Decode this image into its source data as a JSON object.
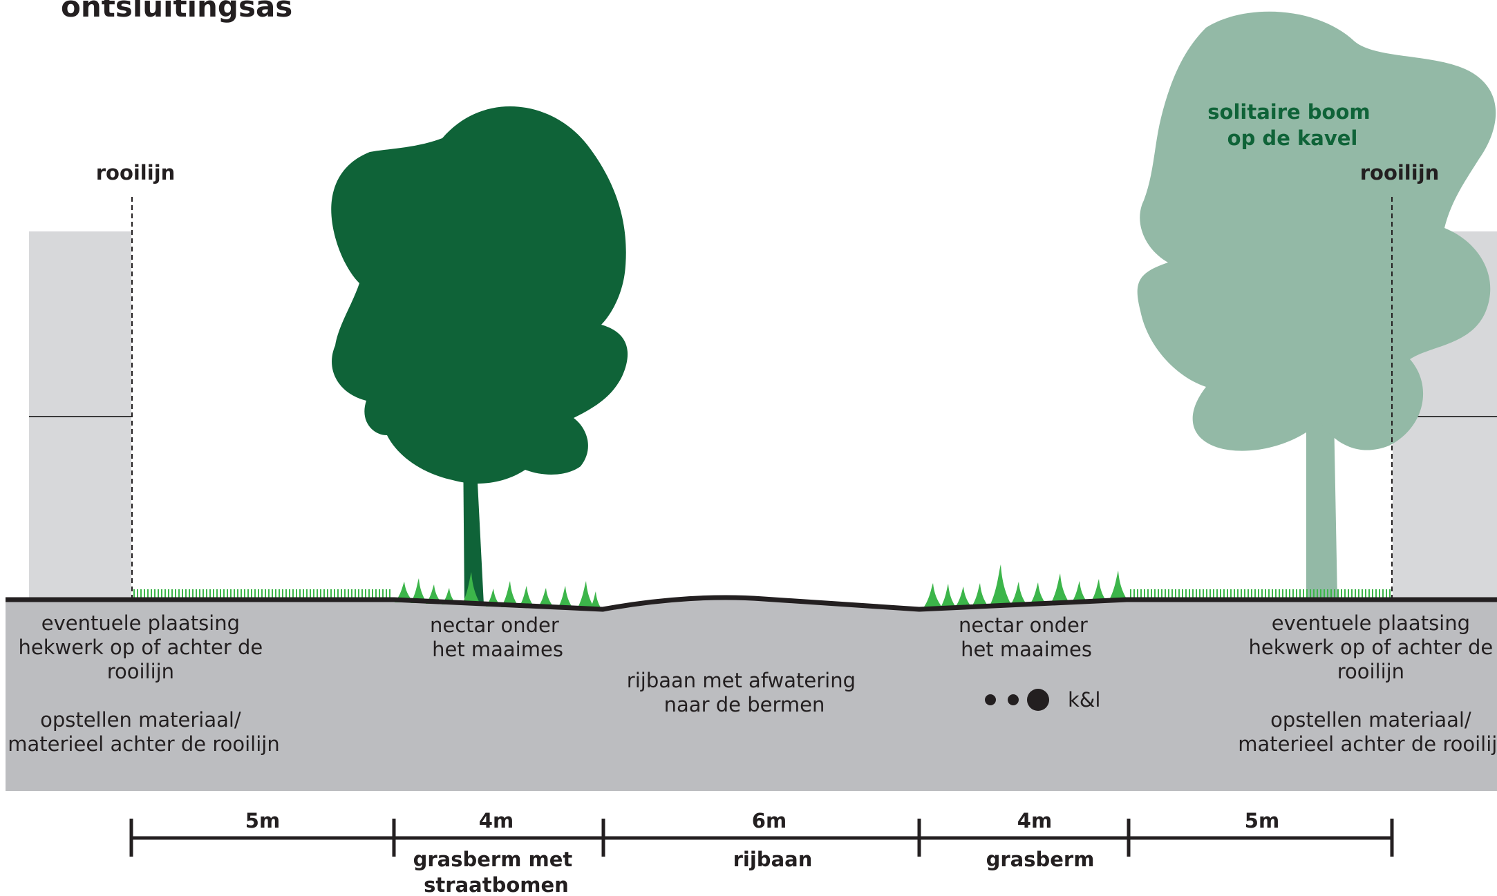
{
  "title": "ontsluitingsas",
  "labels": {
    "rooilijn_left": "rooilijn",
    "rooilijn_right": "rooilijn",
    "solitary_tree": [
      "solitaire boom",
      "op de kavel"
    ],
    "left_zone": [
      "eventuele plaatsing",
      "hekwerk op of achter de",
      "rooilijn",
      "",
      "opstellen materiaal/",
      "materieel achter de rooilijn"
    ],
    "right_zone": [
      "eventuele plaatsing",
      "hekwerk op of achter de",
      "rooilijn",
      "",
      "opstellen materiaal/",
      "materieel achter de rooilijn"
    ],
    "nectar_left": [
      "nectar onder",
      "het maaimes"
    ],
    "nectar_right": [
      "nectar onder",
      "het maaimes"
    ],
    "road": [
      "rijbaan met afwatering",
      "naar de bermen"
    ],
    "kl_label": "k&l"
  },
  "dimensions": [
    {
      "width": "5m",
      "name": []
    },
    {
      "width": "4m",
      "name": [
        "grasberm met",
        "straatbomen"
      ]
    },
    {
      "width": "6m",
      "name": [
        "rijbaan"
      ]
    },
    {
      "width": "4m",
      "name": [
        "grasberm"
      ]
    },
    {
      "width": "5m",
      "name": []
    }
  ],
  "colors": {
    "street_tree": "#0f6338",
    "solitary_tree": "#93b9a6",
    "solitary_text": "#0f6338",
    "grass": "#3cb54a",
    "ground": "#bcbdc0",
    "building": "#d7d8da",
    "surface_line": "#231f20",
    "text": "#231f20"
  }
}
